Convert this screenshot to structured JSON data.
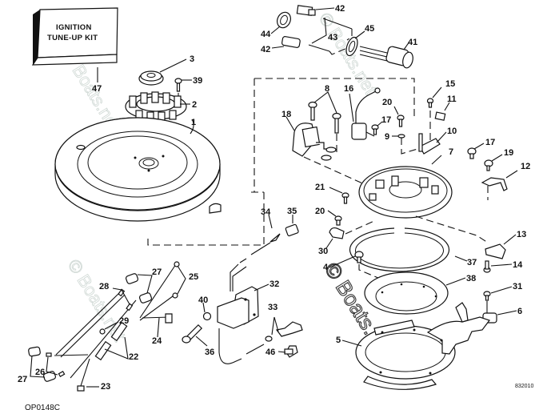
{
  "diagram": {
    "kit_label_line1": "IGNITION",
    "kit_label_line2": "TUNE-UP KIT",
    "illustration_code": "832010",
    "page_code": "OP0148C",
    "watermark_text": "© Boats.net",
    "callouts": [
      {
        "id": "c1",
        "number": "1",
        "part": "flywheel"
      },
      {
        "id": "c2",
        "number": "2",
        "part": "ring-gear-magnet"
      },
      {
        "id": "c3",
        "number": "3",
        "part": "flywheel-nut"
      },
      {
        "id": "c4",
        "number": "4",
        "part": "screw"
      },
      {
        "id": "c5",
        "number": "5",
        "part": "retainer-plate"
      },
      {
        "id": "c6",
        "number": "6",
        "part": "link"
      },
      {
        "id": "c7",
        "number": "7",
        "part": "armature-plate"
      },
      {
        "id": "c8",
        "number": "8",
        "part": "screws"
      },
      {
        "id": "c9",
        "number": "9",
        "part": "washer"
      },
      {
        "id": "c10",
        "number": "10",
        "part": "breaker-point-set"
      },
      {
        "id": "c11",
        "number": "11",
        "part": "felt"
      },
      {
        "id": "c12",
        "number": "12",
        "part": "clip"
      },
      {
        "id": "c13",
        "number": "13",
        "part": "cam-follower"
      },
      {
        "id": "c14",
        "number": "14",
        "part": "screw"
      },
      {
        "id": "c15",
        "number": "15",
        "part": "screw"
      },
      {
        "id": "c16",
        "number": "16",
        "part": "condenser"
      },
      {
        "id": "c17a",
        "number": "17",
        "part": "screw"
      },
      {
        "id": "c17b",
        "number": "17",
        "part": "screw"
      },
      {
        "id": "c18",
        "number": "18",
        "part": "coil"
      },
      {
        "id": "c19",
        "number": "19",
        "part": "screw"
      },
      {
        "id": "c20a",
        "number": "20",
        "part": "screw"
      },
      {
        "id": "c20b",
        "number": "20",
        "part": "screw"
      },
      {
        "id": "c21",
        "number": "21",
        "part": "screw"
      },
      {
        "id": "c22",
        "number": "22",
        "part": "sleeves"
      },
      {
        "id": "c23",
        "number": "23",
        "part": "ground-wire"
      },
      {
        "id": "c24",
        "number": "24",
        "part": "ground-lead"
      },
      {
        "id": "c25",
        "number": "25",
        "part": "leads"
      },
      {
        "id": "c26",
        "number": "26",
        "part": "terminal"
      },
      {
        "id": "c27a",
        "number": "27",
        "part": "boot"
      },
      {
        "id": "c27b",
        "number": "27",
        "part": "boot"
      },
      {
        "id": "c28",
        "number": "28",
        "part": "terminals"
      },
      {
        "id": "c29",
        "number": "29",
        "part": "screw"
      },
      {
        "id": "c30",
        "number": "30",
        "part": "clamp"
      },
      {
        "id": "c31",
        "number": "31",
        "part": "screw"
      },
      {
        "id": "c32",
        "number": "32",
        "part": "ignition-coil"
      },
      {
        "id": "c33",
        "number": "33",
        "part": "boot-and-nut"
      },
      {
        "id": "c34",
        "number": "34",
        "part": "lead-terminal"
      },
      {
        "id": "c35",
        "number": "35",
        "part": "connector"
      },
      {
        "id": "c36",
        "number": "36",
        "part": "screw"
      },
      {
        "id": "c37",
        "number": "37",
        "part": "retainer-ring"
      },
      {
        "id": "c38",
        "number": "38",
        "part": "support-plate"
      },
      {
        "id": "c39",
        "number": "39",
        "part": "screw"
      },
      {
        "id": "c40",
        "number": "40",
        "part": "nut"
      },
      {
        "id": "c41",
        "number": "41",
        "part": "connector-assembly"
      },
      {
        "id": "c42a",
        "number": "42",
        "part": "connector"
      },
      {
        "id": "c42b",
        "number": "42",
        "part": "connector"
      },
      {
        "id": "c43",
        "number": "43",
        "part": "terminals"
      },
      {
        "id": "c44",
        "number": "44",
        "part": "retainer"
      },
      {
        "id": "c45",
        "number": "45",
        "part": "grommet"
      },
      {
        "id": "c46",
        "number": "46",
        "part": "clip"
      },
      {
        "id": "c47",
        "number": "47",
        "part": "ignition-tune-up-kit"
      }
    ]
  }
}
